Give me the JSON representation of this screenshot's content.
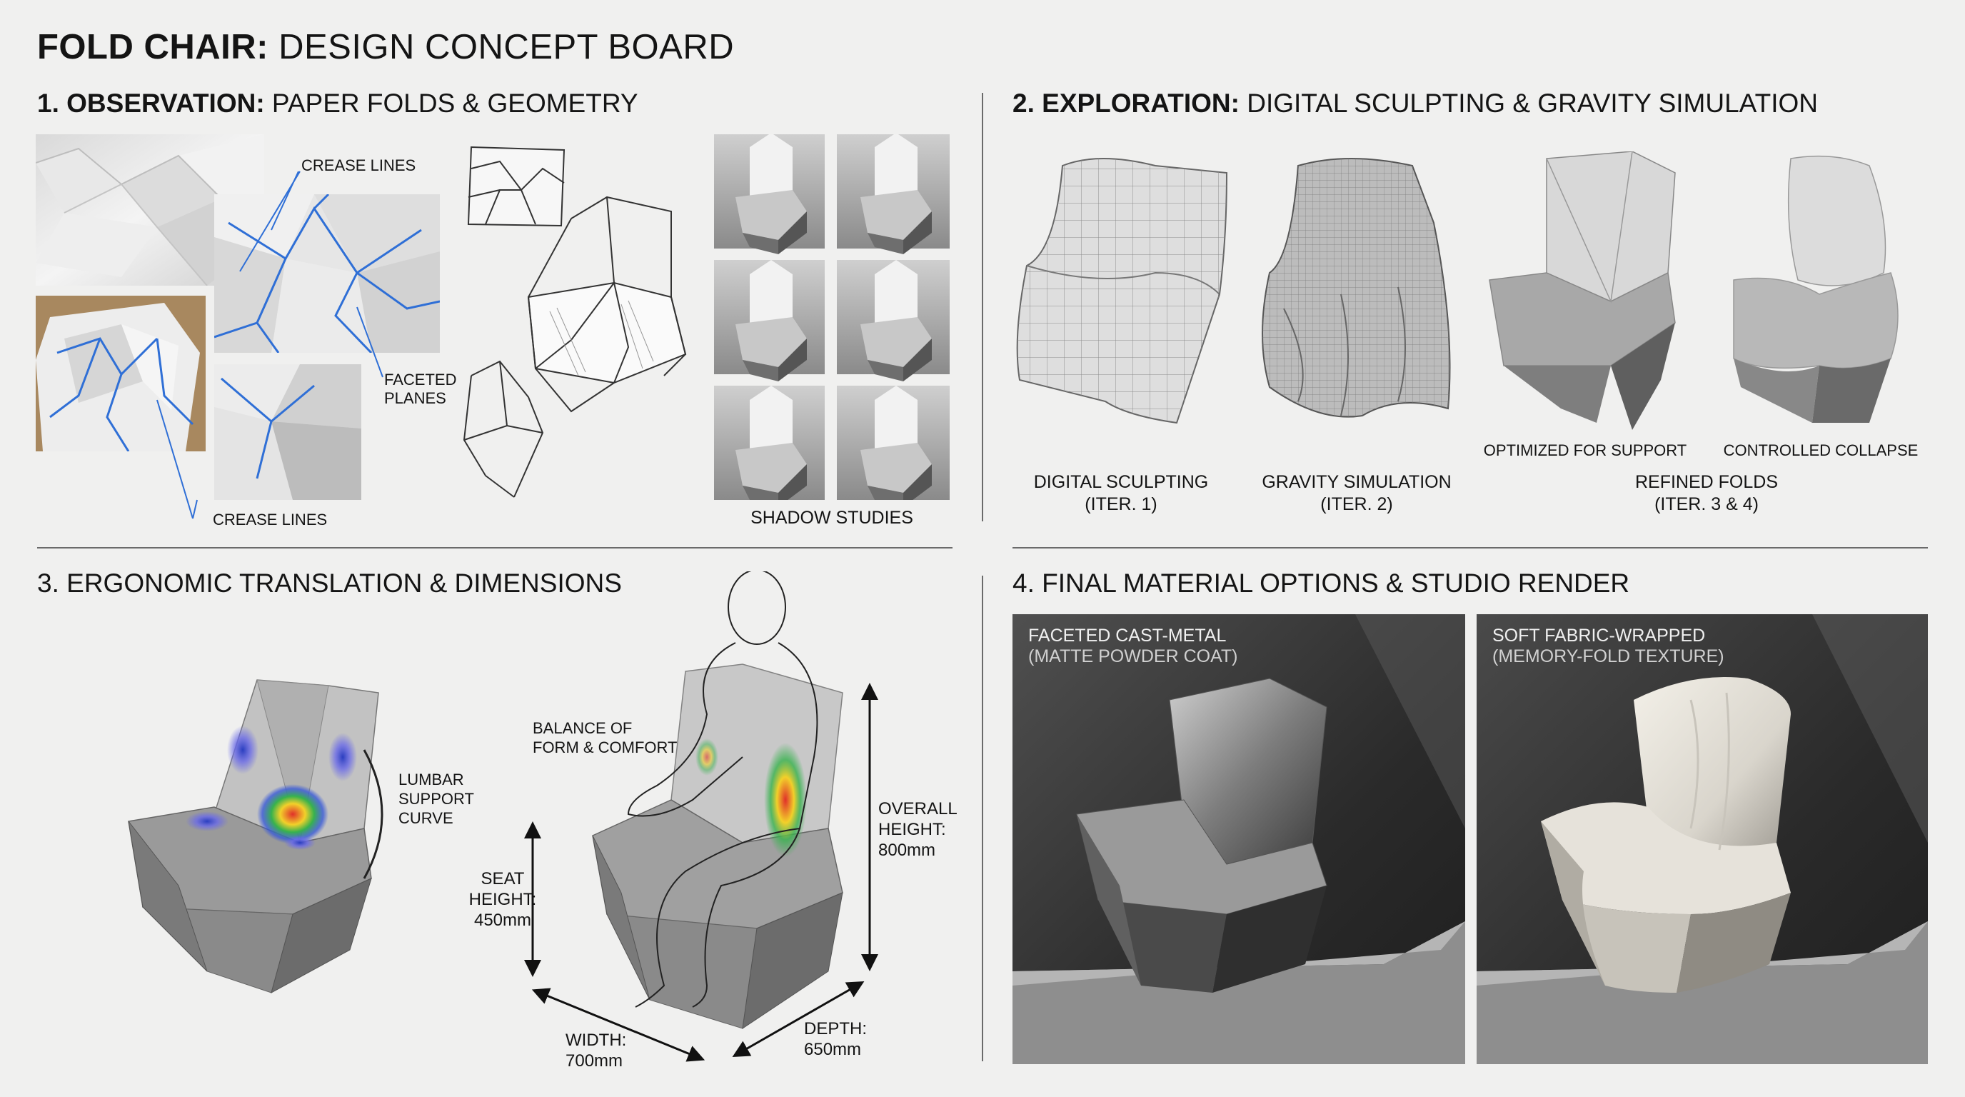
{
  "title": {
    "bold": "FOLD CHAIR:",
    "rest": " DESIGN CONCEPT BOARD"
  },
  "sections": {
    "s1": {
      "bold": "1. OBSERVATION:",
      "rest": " PAPER FOLDS & GEOMETRY"
    },
    "s2": {
      "bold": "2. EXPLORATION:",
      "rest": " DIGITAL SCULPTING & GRAVITY SIMULATION"
    },
    "s3": {
      "text": "3. ERGONOMIC TRANSLATION & DIMENSIONS"
    },
    "s4": {
      "text": "4. FINAL MATERIAL OPTIONS & STUDIO RENDER"
    }
  },
  "observation": {
    "crease_top": "CREASE LINES",
    "faceted_1": "FACETED",
    "faceted_2": "PLANES",
    "crease_bottom": "CREASE LINES",
    "shadow_studies": "SHADOW STUDIES"
  },
  "exploration": {
    "iter1_l1": "DIGITAL SCULPTING",
    "iter1_l2": "(ITER. 1)",
    "iter2_l1": "GRAVITY SIMULATION",
    "iter2_l2": "(ITER. 2)",
    "optimized": "OPTIMIZED FOR SUPPORT",
    "collapse": "CONTROLLED COLLAPSE",
    "refined_l1": "REFINED FOLDS",
    "refined_l2": "(ITER. 3 & 4)"
  },
  "ergonomics": {
    "lumbar_1": "LUMBAR",
    "lumbar_2": "SUPPORT",
    "lumbar_3": "CURVE",
    "balance_1": "BALANCE OF",
    "balance_2": "FORM & COMFORT",
    "seat_1": "SEAT",
    "seat_2": "HEIGHT:",
    "seat_3": "450mm",
    "overall_1": "OVERALL",
    "overall_2": "HEIGHT:",
    "overall_3": "800mm",
    "width_1": "WIDTH:",
    "width_2": "700mm",
    "depth_1": "DEPTH:",
    "depth_2": "650mm"
  },
  "materials": {
    "metal_title": "FACETED CAST-METAL",
    "metal_sub": "(MATTE POWDER COAT)",
    "fabric_title": "SOFT FABRIC-WRAPPED",
    "fabric_sub": "(MEMORY-FOLD TEXTURE)"
  },
  "colors": {
    "background": "#f0f0ef",
    "crease_blue": "#2f6fd6",
    "render_dark": "#2a2a2a",
    "heat_red": "#e0302a"
  }
}
